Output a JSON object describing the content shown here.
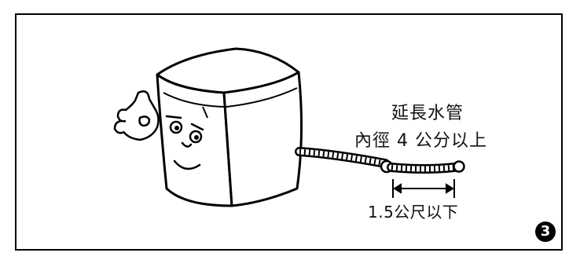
{
  "labels": {
    "hose_title": "延長水管",
    "hose_diameter": "內徑 4 公分以上",
    "extension_length": "1.5公尺以下"
  },
  "step": {
    "number": "3"
  },
  "colors": {
    "line": "#000000",
    "background": "#ffffff"
  }
}
